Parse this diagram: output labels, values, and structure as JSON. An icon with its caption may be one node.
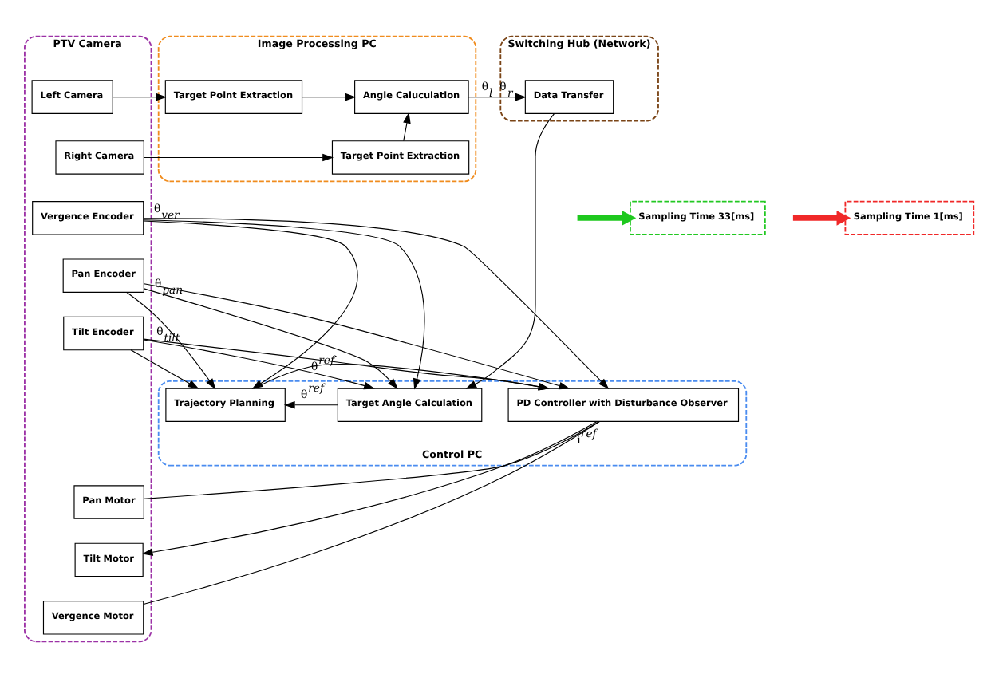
{
  "diagram": {
    "nodes": [
      {
        "text": [
          "Switching Hub (Network)"
        ]
      },
      {
        "text": [
          "Data Transfer"
        ],
        "in": 0
      },
      {
        "text": [
          "Image Processing PC"
        ]
      },
      {
        "text": [
          "Angle Caluculation"
        ],
        "in": 2
      },
      {
        "text": [
          "Target Point Extraction"
        ],
        "in": 2
      },
      {
        "text": [
          "Target Point Extraction"
        ],
        "in": 2
      },
      {
        "text": [
          "PTV Camera"
        ]
      },
      {
        "text": [
          "Left Camera"
        ],
        "in": 6
      },
      {
        "text": [
          "Right Camera"
        ],
        "in": 6
      },
      {
        "text": [
          "Vergence Encoder"
        ],
        "in": 6
      },
      {
        "text": [
          "Pan Encoder"
        ],
        "in": 6
      },
      {
        "text": [
          "Tilt Encoder"
        ],
        "in": 6
      },
      {
        "text": [
          "Pan Motor"
        ],
        "in": 6
      },
      {
        "text": [
          "Tilt Motor"
        ],
        "in": 6
      },
      {
        "text": [
          "Vergence Motor"
        ],
        "in": 6
      },
      {
        "text": [
          "Control PC"
        ]
      },
      {
        "text": [
          "Target Angle Calculation"
        ],
        "in": 15
      },
      {
        "text": [
          "Trajectory Planning"
        ],
        "in": 15
      },
      {
        "text": [
          "PD Controller with Disturbance Observer"
        ],
        "in": 15
      },
      {
        "text": [
          "Sampling Time 33[ms]"
        ]
      },
      {
        "text": [
          "Sampling Time 1[ms]"
        ]
      }
    ],
    "edges": [
      {
        "from": 7,
        "to": 4,
        "arrow": "to"
      },
      {
        "from": 8,
        "to": 5,
        "arrow": "to"
      },
      {
        "from": 4,
        "to": 3,
        "arrow": "to"
      },
      {
        "from": 5,
        "to": 3,
        "arrow": "to"
      },
      {
        "from": 3,
        "to": 1,
        "arrow": "to",
        "label": "θ$_{l}$ θ$_{r}$"
      },
      {
        "from": 1,
        "to": 16,
        "arrow": "to"
      },
      {
        "from": 9,
        "to": 16,
        "arrow": "to",
        "label": "θ$_{ver}$"
      },
      {
        "from": 9,
        "to": 17,
        "arrow": "to"
      },
      {
        "from": 9,
        "to": 18,
        "arrow": "to"
      },
      {
        "from": 10,
        "to": 16,
        "arrow": "to",
        "label": "θ$_{pan}$"
      },
      {
        "from": 10,
        "to": 17,
        "arrow": "to"
      },
      {
        "from": 10,
        "to": 18,
        "arrow": "to"
      },
      {
        "from": 11,
        "to": 16,
        "arrow": "to",
        "label": "θ$_{tilt}$"
      },
      {
        "from": 11,
        "to": 17,
        "arrow": "to"
      },
      {
        "from": 11,
        "to": 18,
        "arrow": "to"
      },
      {
        "from": 16,
        "to": 17,
        "arrow": "to",
        "label": "θ$^{ref}$"
      },
      {
        "from": 17,
        "to": 18,
        "arrow": "to",
        "label": "θ$^{ref′}$"
      },
      {
        "from": 18,
        "to": 12,
        "arrow": "none",
        "label": "i$^{ref}$"
      },
      {
        "from": 18,
        "to": 13,
        "arrow": "to"
      },
      {
        "from": 18,
        "to": 14,
        "arrow": "none"
      },
      {
        "from": null,
        "to": 19,
        "arrow": "to",
        "style": "thick",
        "color": "#1ec81e"
      },
      {
        "from": null,
        "to": 20,
        "arrow": "to",
        "style": "thick",
        "color": "#f02828"
      }
    ]
  }
}
